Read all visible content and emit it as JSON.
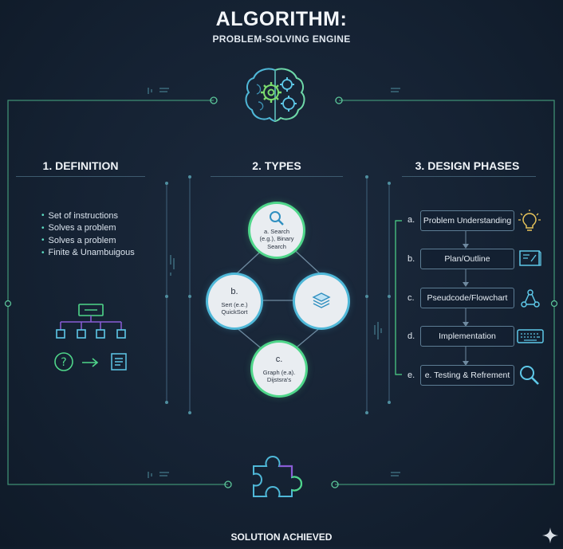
{
  "header": {
    "title": "ALGORITHM:",
    "subtitle": "PROBLEM-SOLVING ENGINE"
  },
  "icons": {
    "top": "brain-gears-icon",
    "bottom": "puzzle-piece-icon",
    "corner": "sparkle-icon"
  },
  "sections": {
    "definition": {
      "title": "1. DEFINITION",
      "bullets": [
        "Set of instructions",
        "Solves a problem",
        "Solves a problem",
        "Finite & Unambuigous"
      ]
    },
    "types": {
      "title": "2. TYPES",
      "nodes": {
        "top": {
          "text": "a. Search (e.g.), Binary Search",
          "icon": "magnifier-icon"
        },
        "left": {
          "letter": "b.",
          "text": "Sert (e.e.) QuickSort"
        },
        "right": {
          "icon": "layers-icon"
        },
        "bottom": {
          "letter": "c.",
          "text": "Graph (e.a). Dijstsra's"
        }
      }
    },
    "design": {
      "title": "3. DESIGN PHASES",
      "phases": [
        {
          "letter": "a.",
          "label": "Problem Understanding",
          "icon": "lightbulb-icon"
        },
        {
          "letter": "b.",
          "label": "Plan/Outline",
          "icon": "blueprint-icon"
        },
        {
          "letter": "c.",
          "label": "Pseudcode/Flowchart",
          "icon": "flowchart-icon"
        },
        {
          "letter": "d.",
          "label": "Implementation",
          "icon": "keyboard-icon"
        },
        {
          "letter": "e.",
          "label": "e. Testing & Refrement",
          "icon": "magnifier-icon"
        }
      ]
    }
  },
  "footer": "SOLUTION ACHIEVED",
  "colors": {
    "background": "#152233",
    "accent_green": "#4fd68a",
    "accent_cyan": "#4fb8d8",
    "accent_purple": "#8a5cd6",
    "frame_line": "#5fa37c"
  }
}
